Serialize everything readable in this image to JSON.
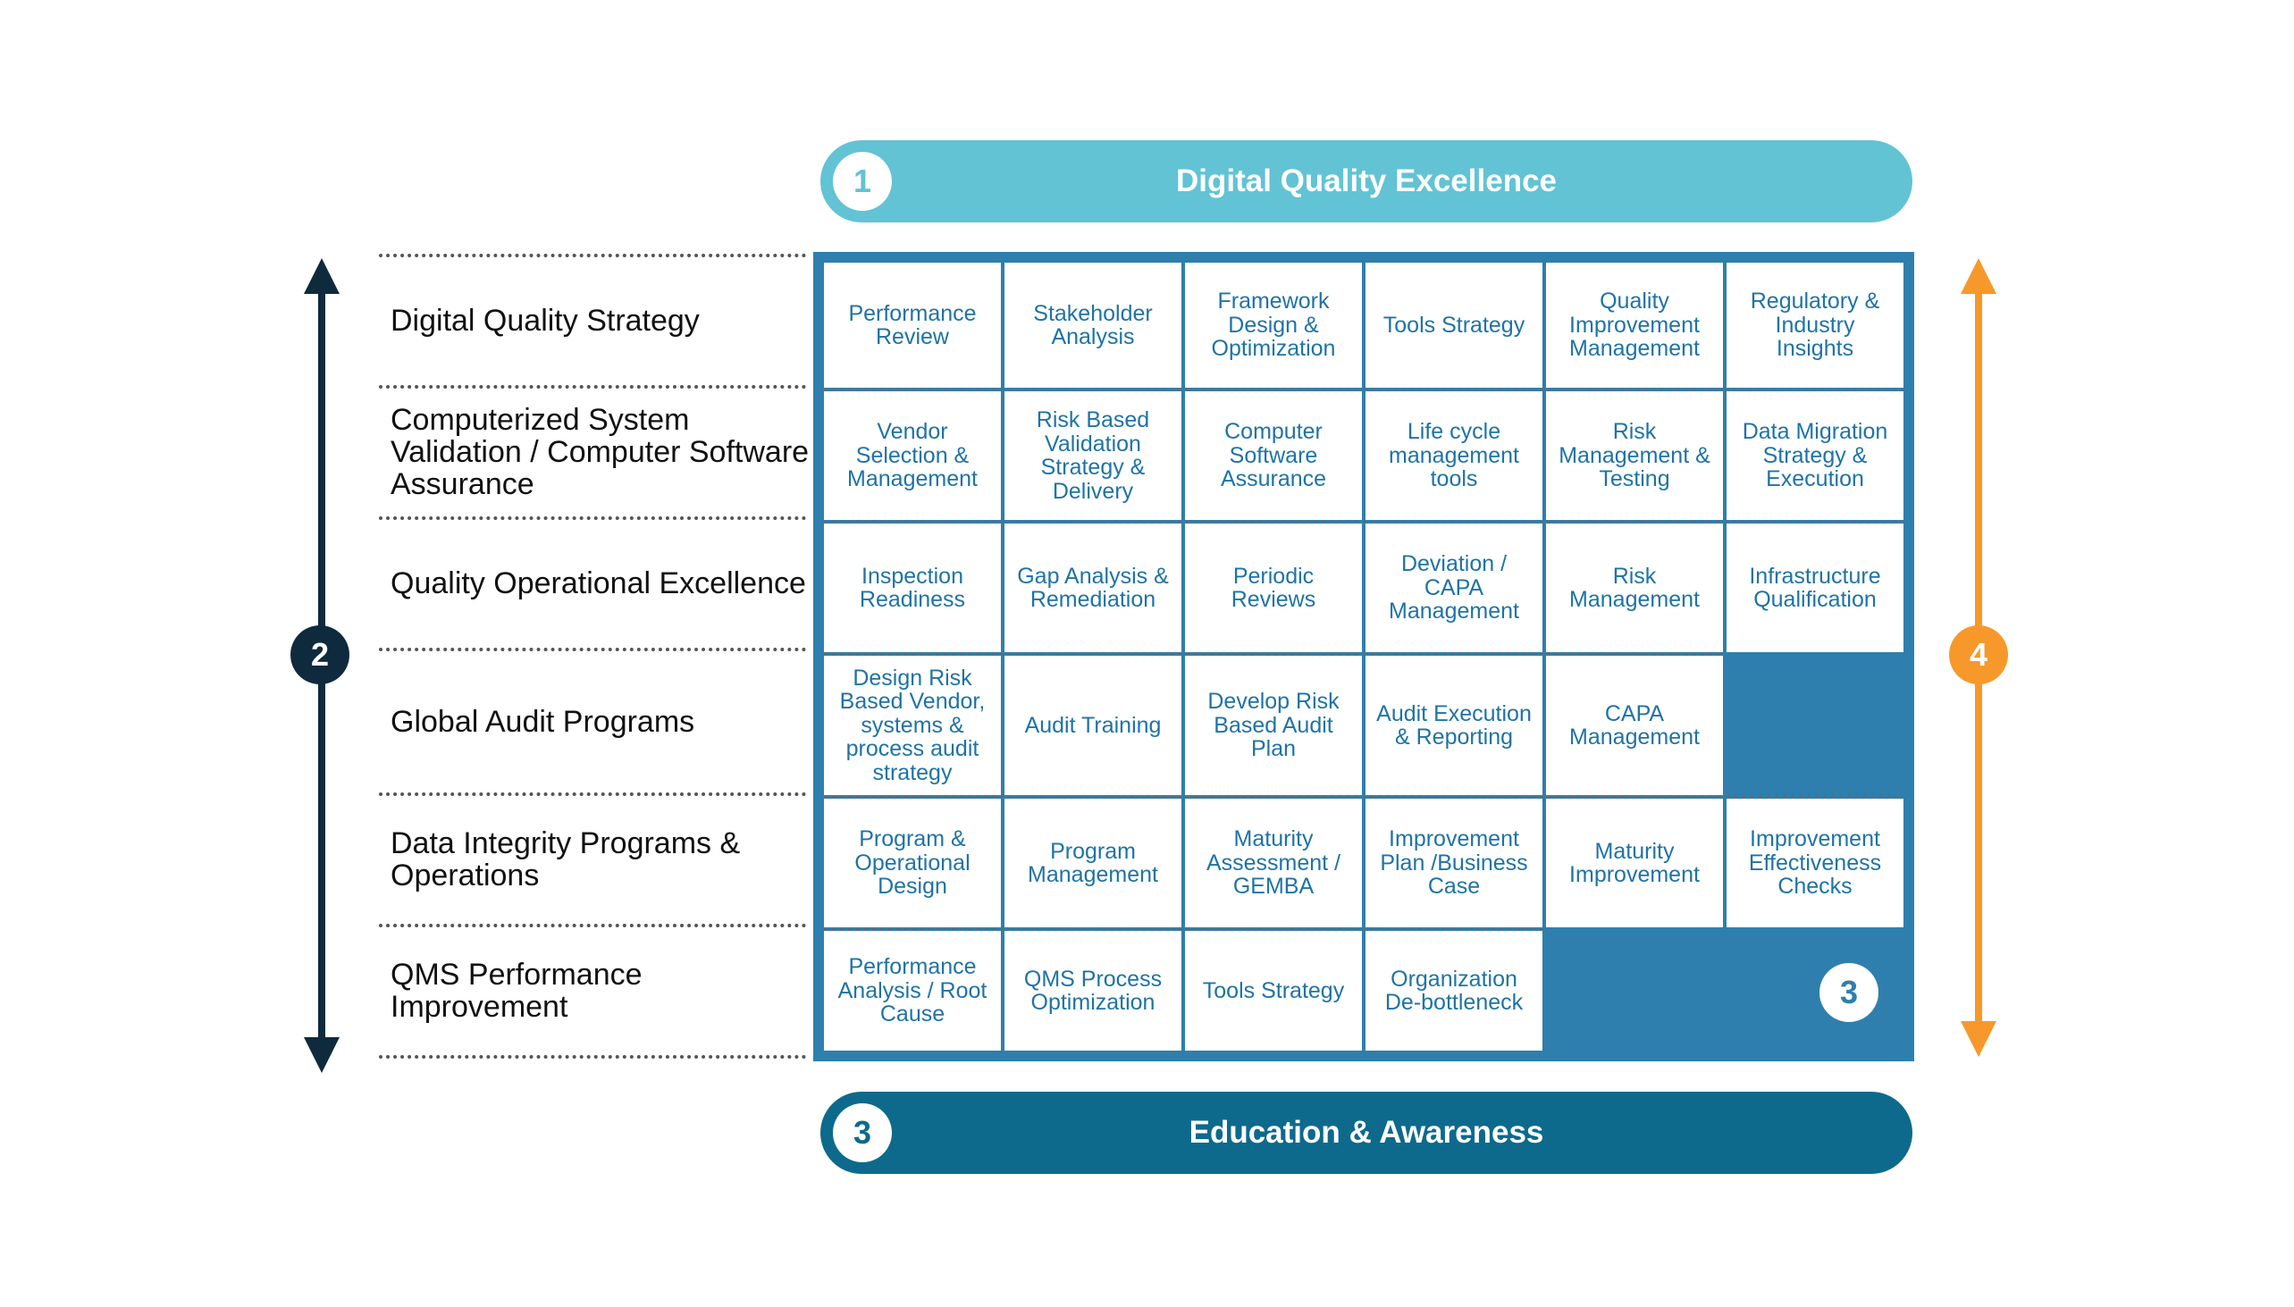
{
  "top_banner": {
    "number": "1",
    "title": "Digital Quality Excellence",
    "color": "#62c3d5"
  },
  "bottom_banner": {
    "number": "3",
    "title": "Education & Awareness",
    "color": "#0d6a8c"
  },
  "left_axis": {
    "number": "2",
    "color": "#0f2a3d"
  },
  "right_axis": {
    "number": "4",
    "color": "#f6992a"
  },
  "corner_badge": {
    "number": "3"
  },
  "rows": [
    {
      "label": "Digital Quality Strategy",
      "cells": [
        "Performance Review",
        "Stakeholder Analysis",
        "Framework Design & Optimization",
        "Tools Strategy",
        "Quality Improvement Management",
        "Regulatory & Industry Insights"
      ]
    },
    {
      "label": "Computerized System Validation / Computer Software Assurance",
      "cells": [
        "Vendor Selection & Management",
        "Risk Based Validation Strategy & Delivery",
        "Computer Software Assurance",
        "Life cycle management tools",
        "Risk Management & Testing",
        "Data Migration Strategy & Execution"
      ]
    },
    {
      "label": "Quality Operational Excellence",
      "cells": [
        "Inspection Readiness",
        "Gap Analysis & Remediation",
        "Periodic Reviews",
        "Deviation / CAPA Management",
        "Risk Management",
        "Infrastructure Qualification"
      ]
    },
    {
      "label": "Global Audit Programs",
      "cells": [
        "Design Risk Based Vendor, systems & process audit strategy",
        "Audit Training",
        "Develop Risk Based Audit Plan",
        "Audit Execution & Reporting",
        "CAPA Management",
        ""
      ]
    },
    {
      "label": "Data Integrity Programs & Operations",
      "cells": [
        "Program & Operational Design",
        "Program Management",
        "Maturity Assessment / GEMBA",
        "Improvement Plan /Business Case",
        "Maturity Improvement",
        "Improvement Effectiveness Checks"
      ]
    },
    {
      "label": "QMS Performance Improvement",
      "cells": [
        "Performance Analysis / Root Cause",
        "QMS Process Optimization",
        "Tools Strategy",
        "Organization De-bottleneck",
        "",
        ""
      ]
    }
  ]
}
